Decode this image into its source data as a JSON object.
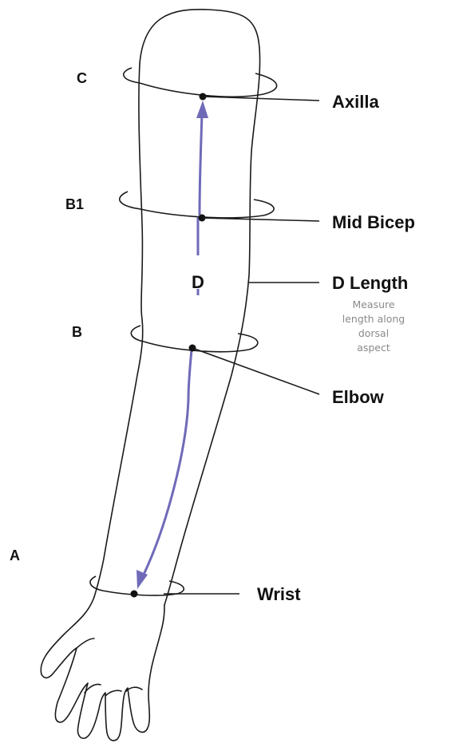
{
  "labels": {
    "c": "C",
    "b1": "B1",
    "b": "B",
    "a": "A",
    "d": "D"
  },
  "measurements": {
    "axilla": "Axilla",
    "mid_bicep": "Mid Bicep",
    "d_length": "D Length",
    "elbow": "Elbow",
    "wrist": "Wrist"
  },
  "d_length_note": [
    "Measure",
    "length along",
    "dorsal",
    "aspect"
  ],
  "colors": {
    "arrow": "#6f6ab8",
    "outline": "#1a1a1a"
  }
}
